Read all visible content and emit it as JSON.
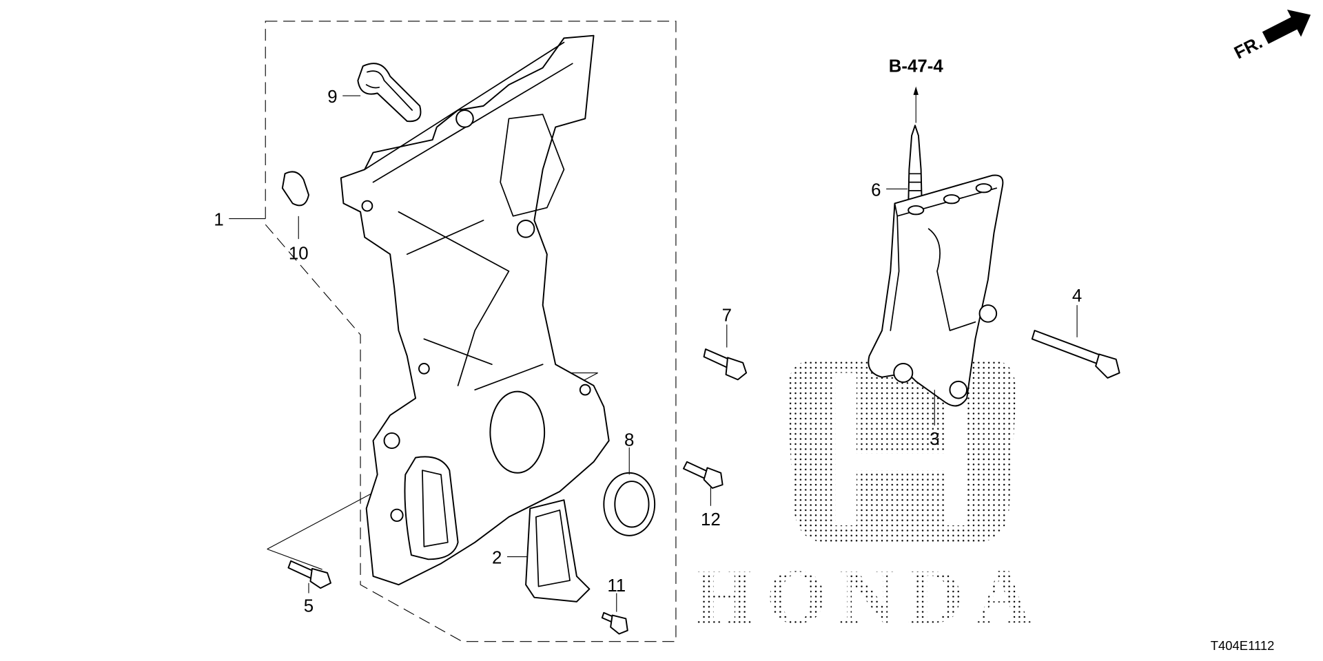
{
  "diagram": {
    "reference_link": "B-47-4",
    "direction_label": "FR.",
    "drawing_code": "T404E1112",
    "watermark_text": "HONDA",
    "callouts": [
      "1",
      "2",
      "3",
      "4",
      "5",
      "6",
      "7",
      "8",
      "9",
      "10",
      "11",
      "12"
    ]
  }
}
